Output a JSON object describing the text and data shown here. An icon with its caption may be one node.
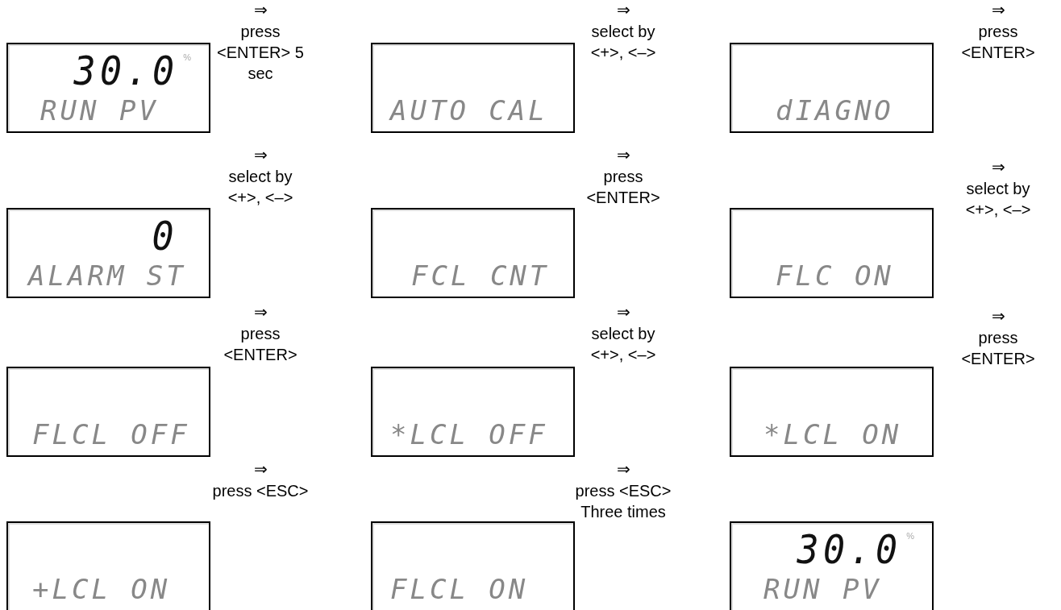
{
  "diagram": {
    "nodes": [
      {
        "text": [
          "30.0",
          "%",
          "RUN PV"
        ]
      },
      {
        "text": [
          "0",
          "ALARM ST"
        ]
      },
      {
        "text": [
          "FLCL OFF"
        ]
      },
      {
        "text": [
          "+LCL ON"
        ]
      },
      {
        "text": [
          "AUTO CAL"
        ]
      },
      {
        "text": [
          "FCL CNT"
        ]
      },
      {
        "text": [
          "*LCL OFF"
        ]
      },
      {
        "text": [
          "FLCL ON"
        ]
      },
      {
        "text": [
          "dIAGNO"
        ]
      },
      {
        "text": [
          "FLC ON"
        ]
      },
      {
        "text": [
          "*LCL ON"
        ]
      },
      {
        "text": [
          "30.0",
          "%",
          "RUN PV"
        ]
      }
    ],
    "labels": [
      "⇒",
      "press <ENTER> 5 sec",
      "⇒",
      "select by <+>, <–>",
      "⇒",
      "press <ENTER>",
      "⇒",
      "press <ESC>",
      "⇒",
      "select by <+>, <–>",
      "⇒",
      "press <ENTER>",
      "⇒",
      "select by <+>, <–>",
      "⇒",
      "press <ESC> Three times",
      "⇒",
      "press <ENTER>",
      "⇒",
      "select by <+>, <–>",
      "⇒",
      "press <ENTER>"
    ]
  }
}
